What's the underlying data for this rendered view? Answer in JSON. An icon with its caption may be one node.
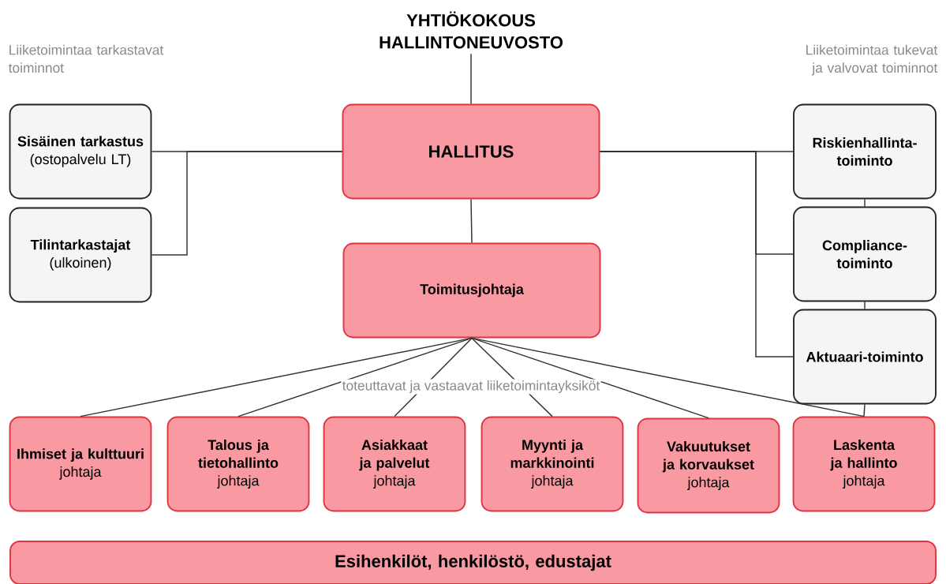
{
  "diagram": {
    "nodes": [
      {
        "text": [
          "YHTIÖKOKOUS HALLINTONEUVOSTO"
        ]
      },
      {
        "text": [
          "HALLITUS"
        ]
      },
      {
        "text": [
          "Sisäinen tarkastus",
          "(ostopalvelu LT)"
        ]
      },
      {
        "text": [
          "Tilintarkastajat",
          "(ulkoinen)"
        ]
      },
      {
        "text": [
          "Riskienhallinta-toiminto"
        ]
      },
      {
        "text": [
          "Compliance-toiminto"
        ]
      },
      {
        "text": [
          "Aktuaari-toiminto"
        ]
      },
      {
        "text": [
          "Toimitusjohtaja"
        ]
      },
      {
        "text": [
          "Ihmiset ja kulttuuri",
          "johtaja"
        ]
      },
      {
        "text": [
          "Talous ja tietohallinto",
          "johtaja"
        ]
      },
      {
        "text": [
          "Asiakkaat ja palvelut",
          "johtaja"
        ]
      },
      {
        "text": [
          "Myynti ja markkinointi",
          "johtaja"
        ]
      },
      {
        "text": [
          "Vakuutukset ja korvaukset",
          "johtaja"
        ]
      },
      {
        "text": [
          "Laskenta ja hallinto",
          "johtaja"
        ]
      },
      {
        "text": [
          "Esihenkilöt, henkilöstö, edustajat"
        ]
      }
    ],
    "edges": [
      {
        "from": 0,
        "to": 1,
        "arrow": "none"
      },
      {
        "from": 2,
        "to": 1,
        "arrow": "none"
      },
      {
        "from": 3,
        "to": 1,
        "arrow": "none"
      },
      {
        "from": 1,
        "to": 4,
        "arrow": "none"
      },
      {
        "from": 1,
        "to": 5,
        "arrow": "none"
      },
      {
        "from": 1,
        "to": 6,
        "arrow": "none"
      },
      {
        "from": 4,
        "to": 5,
        "arrow": "none"
      },
      {
        "from": 5,
        "to": 6,
        "arrow": "none"
      },
      {
        "from": 6,
        "to": 13,
        "arrow": "none"
      },
      {
        "from": 1,
        "to": 7,
        "arrow": "none"
      },
      {
        "from": 7,
        "to": 8,
        "arrow": "none"
      },
      {
        "from": 7,
        "to": 9,
        "arrow": "none"
      },
      {
        "from": 7,
        "to": 10,
        "arrow": "none"
      },
      {
        "from": 7,
        "to": 11,
        "arrow": "none"
      },
      {
        "from": 7,
        "to": 12,
        "arrow": "none"
      },
      {
        "from": 7,
        "to": 13,
        "arrow": "none"
      }
    ],
    "labels": [
      "Liiketoimintaa tarkastavat toiminnot",
      "Liiketoimintaa tukevat ja valvovat toiminnot",
      "toteuttavat ja vastaavat liiketoimintayksiköt"
    ]
  }
}
